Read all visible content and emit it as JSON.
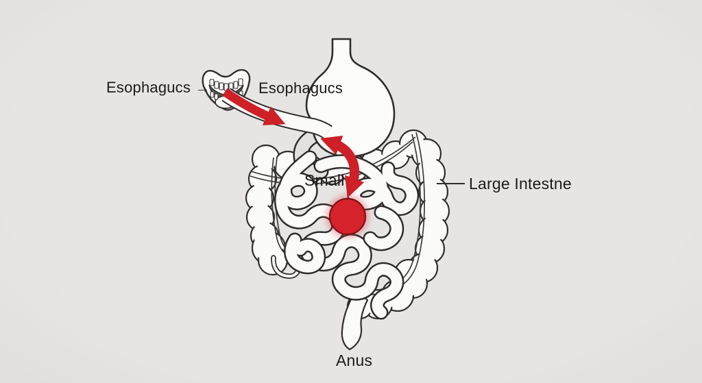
{
  "diagram": {
    "labels": {
      "esophagus_pointer": "Esophagucs →",
      "esophagus": "Esophagucs",
      "small_intestine": "Small",
      "large_intestine": "Large Intestne",
      "anus": "Anus"
    },
    "colors": {
      "background": "#e4e3e1",
      "outline": "#2e2d2b",
      "organ_fill": "#fbfbfa",
      "highlight_red": "#cd2027",
      "text": "#1b1a19"
    }
  }
}
